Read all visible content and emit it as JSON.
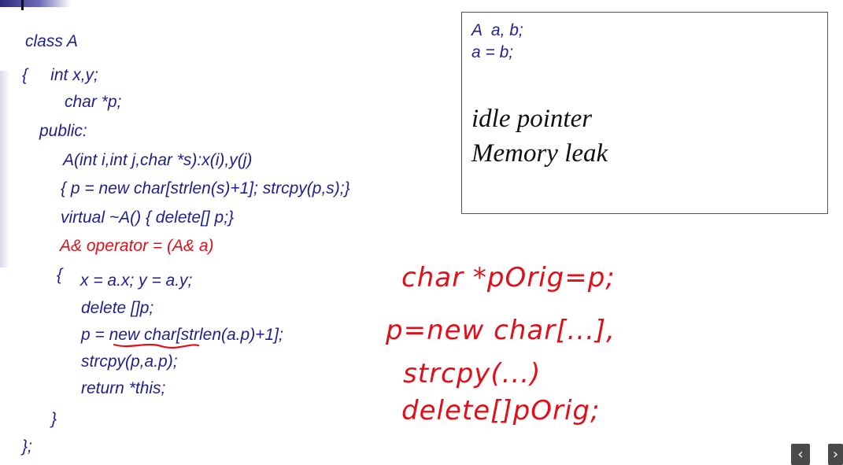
{
  "code": {
    "lines": [
      "class A",
      "{     int x,y;",
      "char *p;",
      "public:",
      "A(int i,int j,char *s):x(i),y(j)",
      "{ p = new char[strlen(s)+1]; strcpy(p,s);}",
      "virtual ~A() { delete[] p;}",
      "A& operator = (A& a)",
      "{",
      "x = a.x; y = a.y;",
      "delete []p;",
      "p = new char[strlen(a.p)+1];",
      "strcpy(p,a.p);",
      "return *this;",
      "}",
      "};"
    ]
  },
  "box": {
    "code_line_1": "A  a, b;",
    "code_line_2": "a = b;",
    "note_1": "idle pointer",
    "note_2": "Memory leak"
  },
  "handwriting": {
    "line_1": "char *pOrig=p;",
    "line_2": "p=new char[...],",
    "line_3": "strcpy(...)",
    "line_4": "delete[]pOrig;"
  },
  "nav": {
    "prev_glyph": "‹",
    "next_glyph": "›"
  },
  "colors": {
    "code_blue": "#1f1f8f",
    "highlight_red": "#e0101a"
  }
}
